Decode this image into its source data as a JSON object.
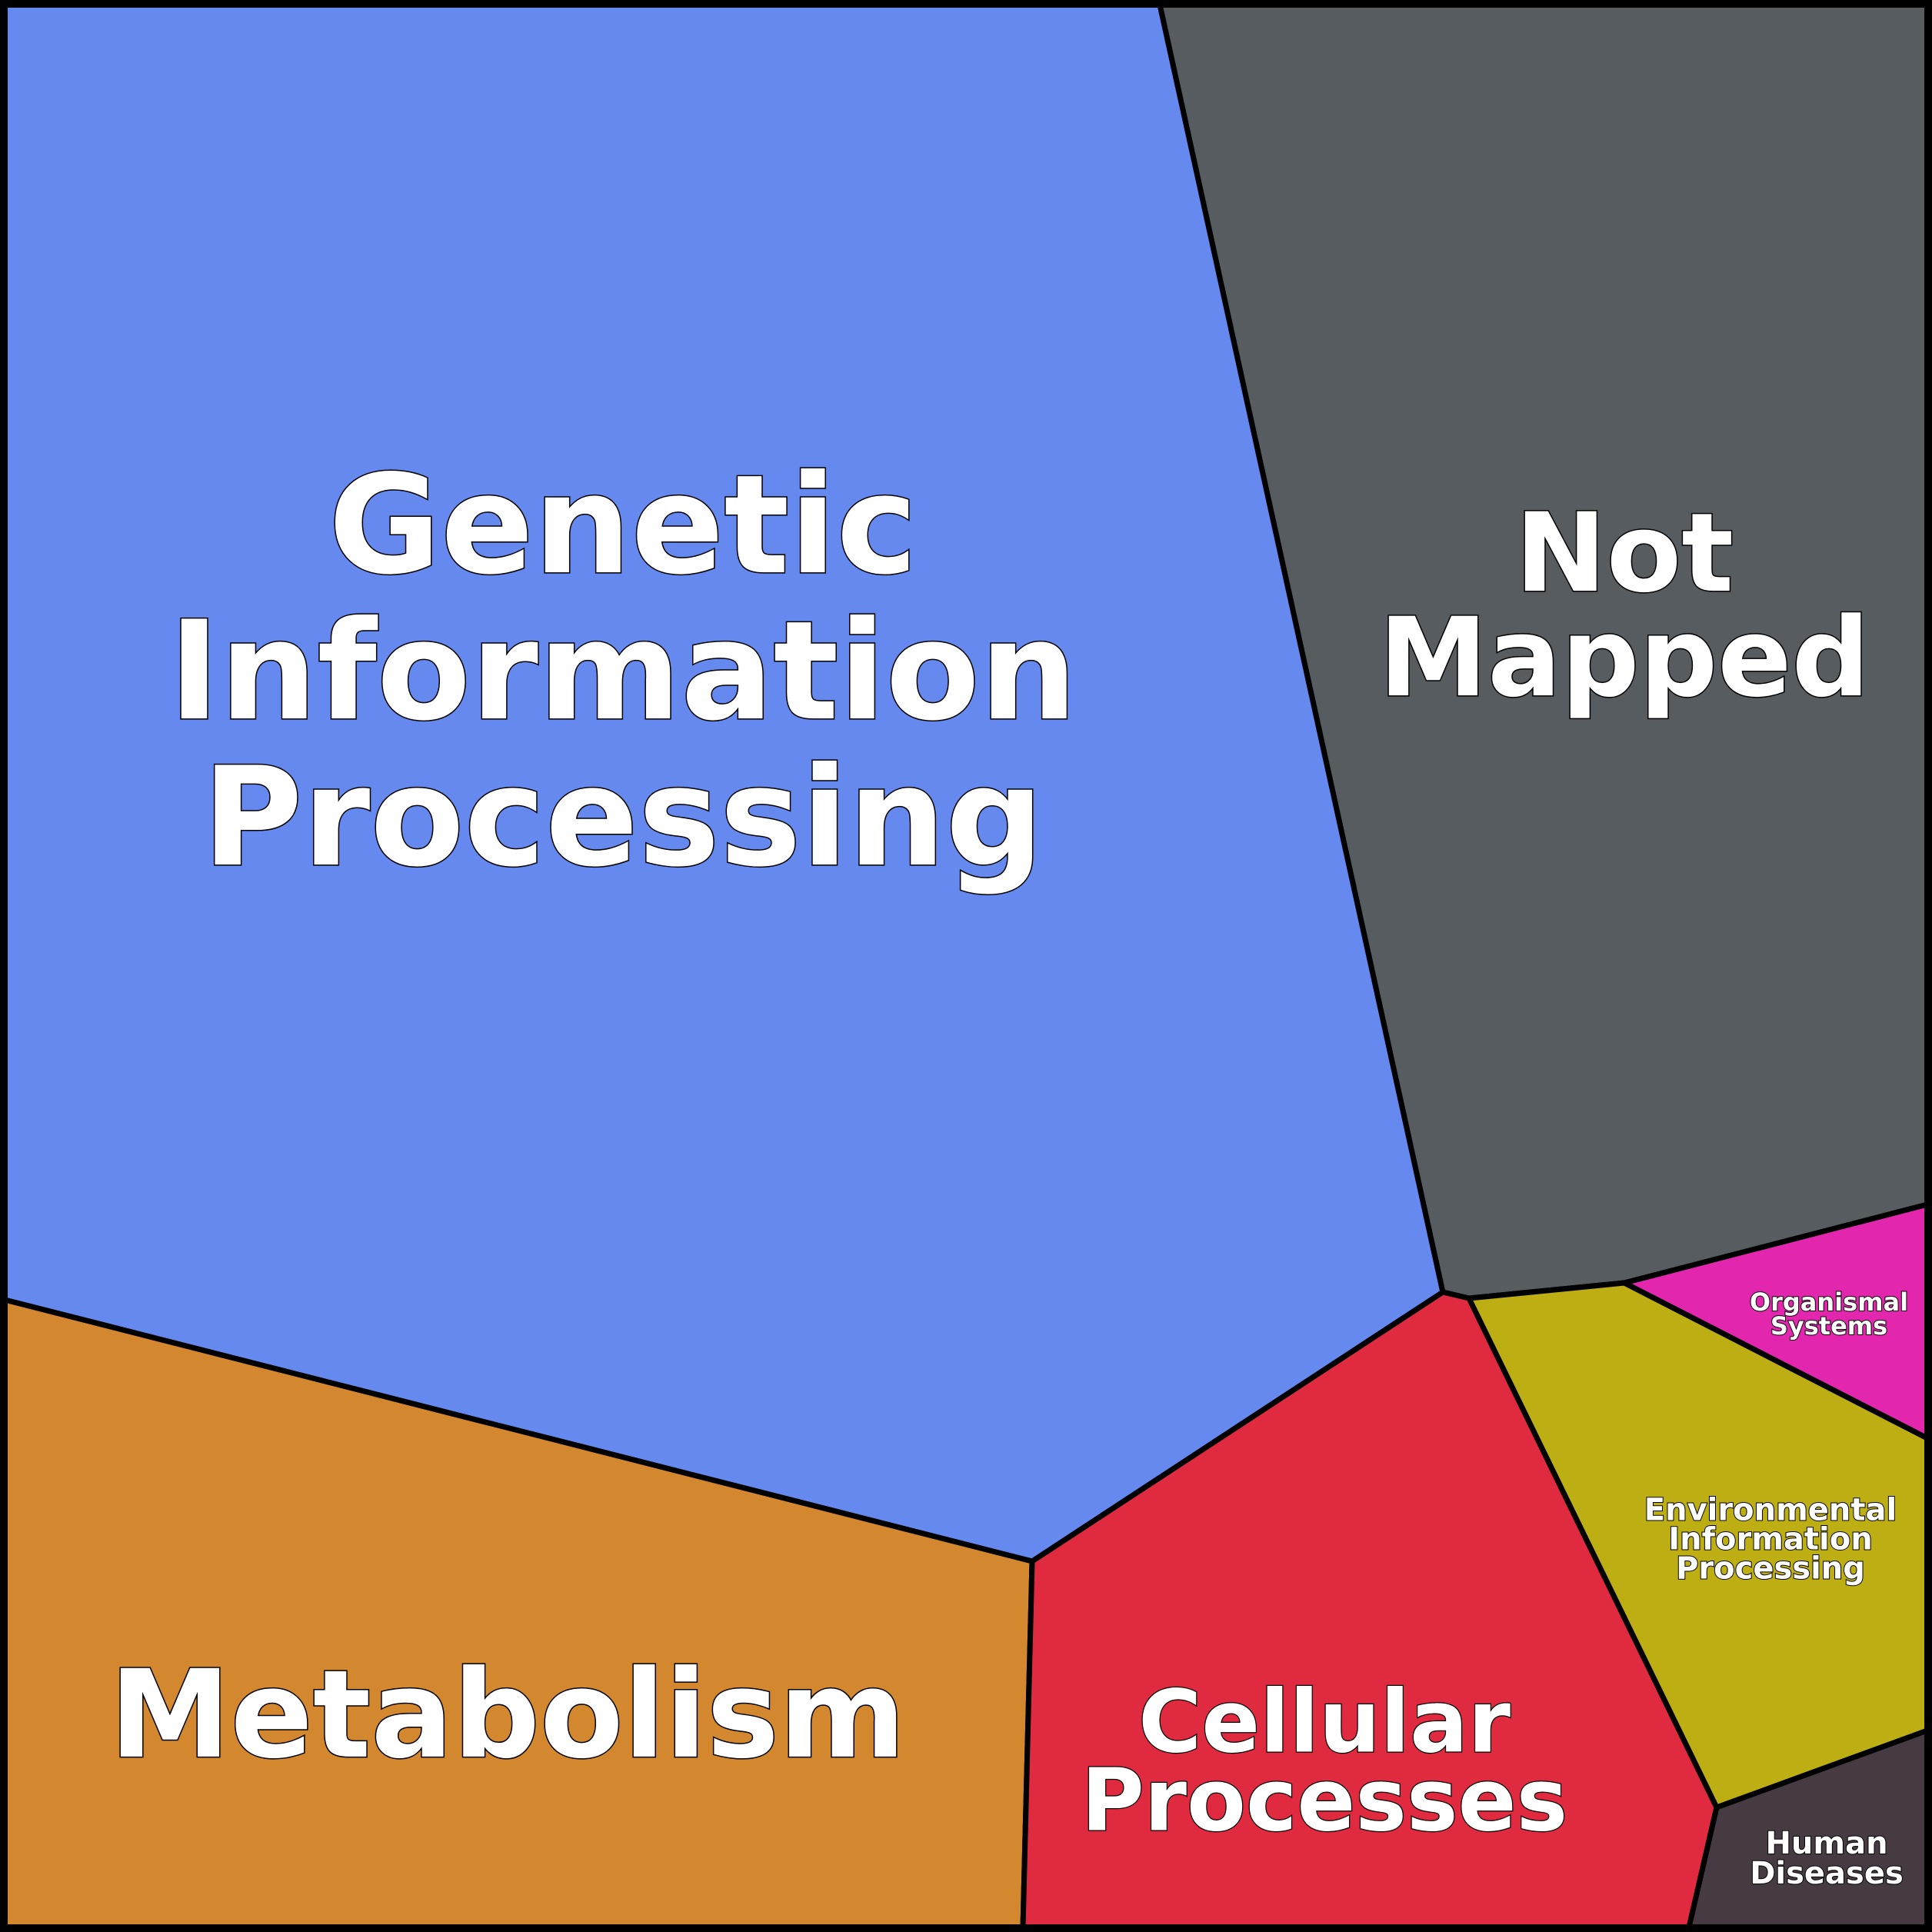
{
  "diagram": {
    "type": "voronoi-treemap",
    "cells": [
      {
        "id": "genetic",
        "lines": [
          "Genetic",
          "Information",
          "Processing"
        ],
        "color": "#6589ee"
      },
      {
        "id": "not-mapped",
        "lines": [
          "Not",
          "Mapped"
        ],
        "color": "#575c60"
      },
      {
        "id": "metabolism",
        "lines": [
          "Metabolism"
        ],
        "color": "#d38830"
      },
      {
        "id": "cellular",
        "lines": [
          "Cellular",
          "Processes"
        ],
        "color": "#e02a3f"
      },
      {
        "id": "environmental",
        "lines": [
          "Environmental",
          "Information",
          "Processing"
        ],
        "color": "#bcae13"
      },
      {
        "id": "organismal",
        "lines": [
          "Organismal",
          "Systems"
        ],
        "color": "#e226ad"
      },
      {
        "id": "human",
        "lines": [
          "Human",
          "Diseases"
        ],
        "color": "#473b43"
      }
    ]
  }
}
